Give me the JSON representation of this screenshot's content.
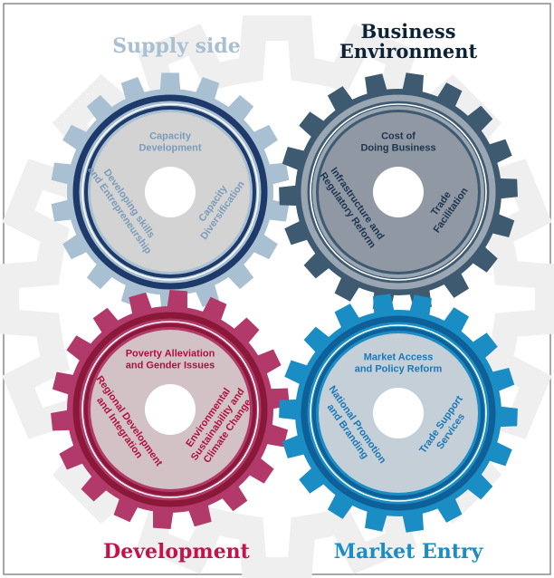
{
  "quadrants": [
    {
      "id": "supply",
      "title_lines": [
        "Supply side"
      ],
      "color": "#a9c0d2",
      "inner_color": "#d3d3d3",
      "ring_color": "#1e3a6a",
      "text_color": "#7a9cbc",
      "top_label": [
        "Capacity",
        "Development"
      ],
      "left_label": [
        "Developing skills",
        "and Entrepreneurship"
      ],
      "right_label": [
        "Capacity",
        "Diversification"
      ]
    },
    {
      "id": "business",
      "title_lines": [
        "Business",
        "Environment"
      ],
      "color": "#3e5a70",
      "inner_color": "#8f98a3",
      "ring_color": "#9aa6b2",
      "text_color": "#1d3550",
      "top_label": [
        "Cost of",
        "Doing Business"
      ],
      "left_label": [
        "Infrastructure and",
        "Regulatory Reform"
      ],
      "right_label": [
        "Trade",
        "Facilitation"
      ]
    },
    {
      "id": "development",
      "title_lines": [
        "Development"
      ],
      "color": "#b23a6a",
      "inner_color": "#d2c2c6",
      "ring_color": "#8a1838",
      "text_color": "#b0103e",
      "top_label": [
        "Poverty Alleviation",
        "and Gender Issues"
      ],
      "left_label": [
        "Regional Development",
        "and Integration"
      ],
      "right_label": [
        "Environmental",
        "Sustainability and",
        "Climate Change"
      ]
    },
    {
      "id": "market",
      "title_lines": [
        "Market Entry"
      ],
      "color": "#1a8dc4",
      "inner_color": "#c5cfd8",
      "ring_color": "#0f5f98",
      "text_color": "#1a78b8",
      "top_label": [
        "Market Access",
        "and Policy Reform"
      ],
      "left_label": [
        "National Promotion",
        "and Branding"
      ],
      "right_label": [
        "Trade Support",
        "Services"
      ]
    }
  ]
}
